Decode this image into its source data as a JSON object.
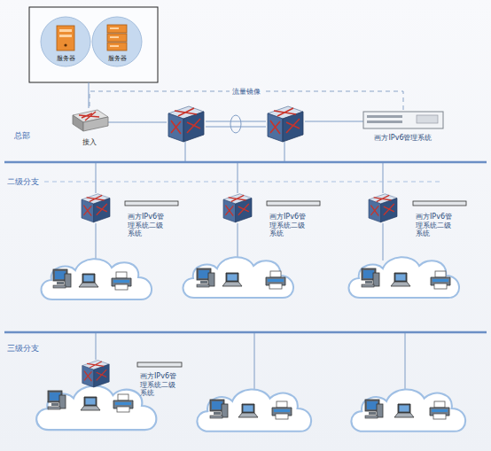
{
  "diagram": {
    "nodes": [
      {
        "text": [
          "服务器"
        ]
      },
      {
        "text": [
          "服务器"
        ]
      },
      {
        "text": [
          "接入"
        ]
      },
      {
        "text": [
          "画方IPv6管理系统"
        ]
      },
      {
        "text": [
          "画方IPv6管理系统二级系统"
        ]
      },
      {
        "text": [
          "画方IPv6管理系统二级系统"
        ]
      },
      {
        "text": [
          "画方IPv6管理系统二级系统"
        ]
      },
      {
        "text": [
          "画方IPv6管理系统二级系统"
        ]
      }
    ],
    "edges": [
      {
        "from": 2,
        "to": 3,
        "arrow": "none",
        "label": "流量镜像"
      }
    ],
    "labels": [
      "总部",
      "二级分支",
      "三级分支"
    ]
  }
}
